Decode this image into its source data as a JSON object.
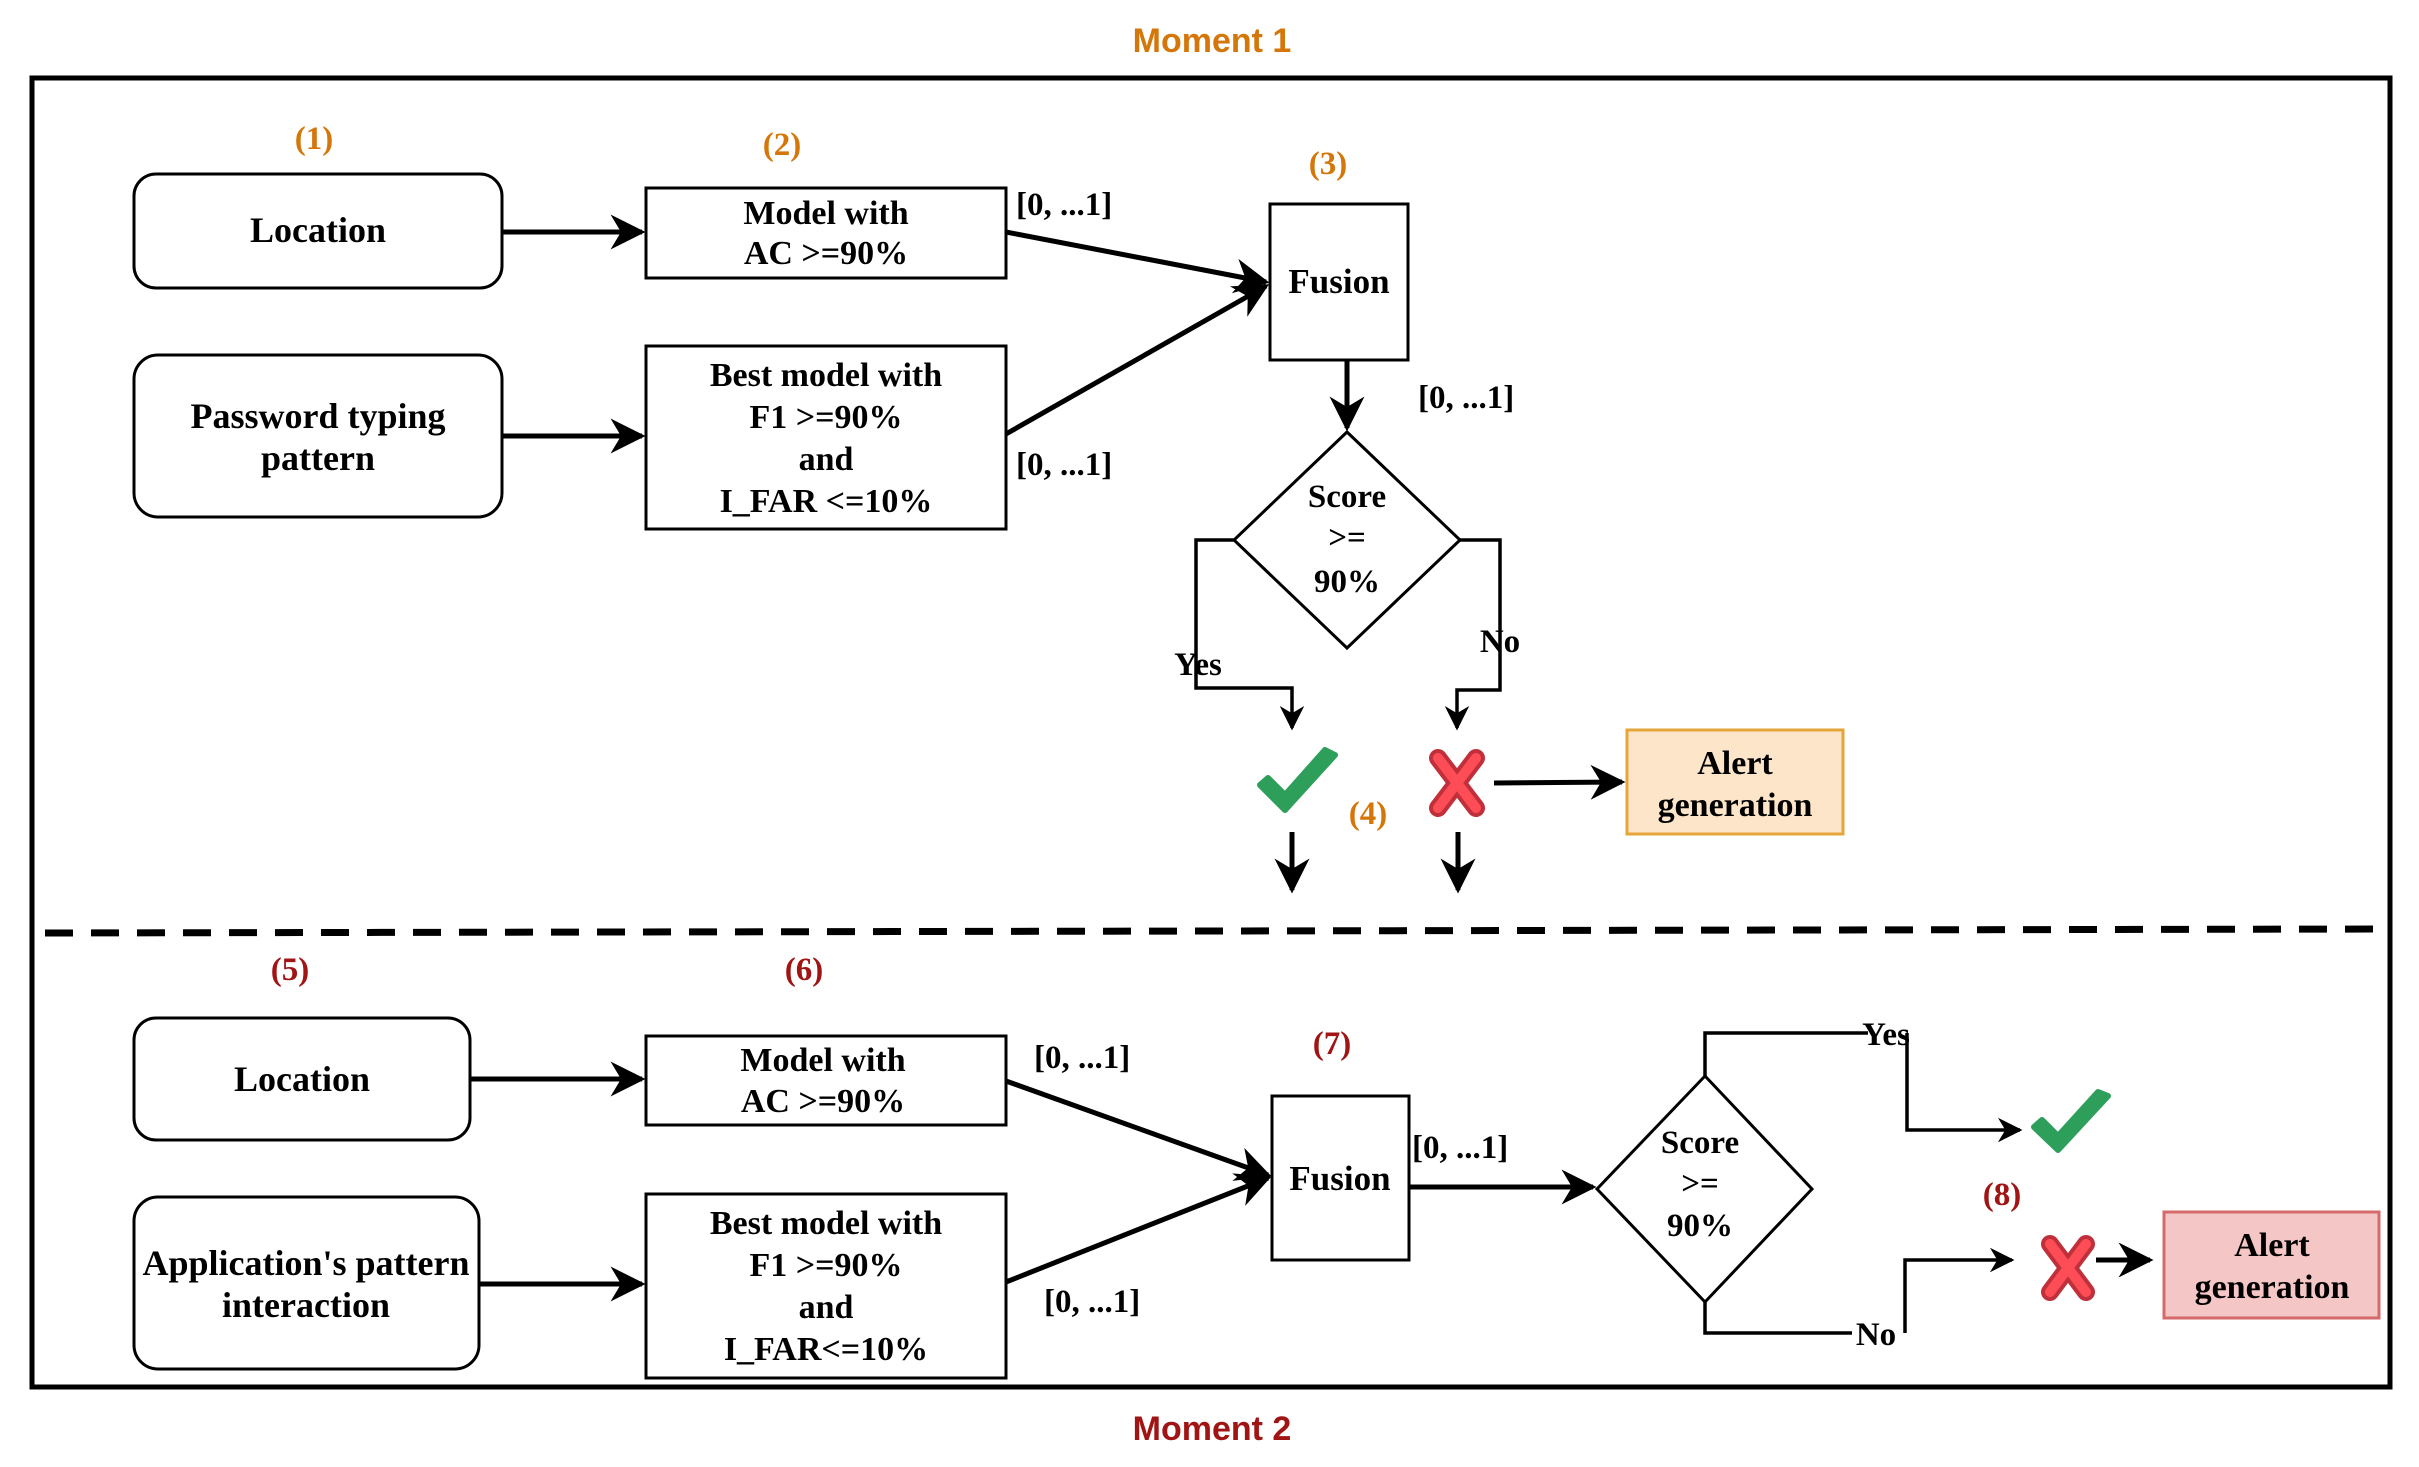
{
  "moment1": {
    "title": "Moment 1",
    "steps": [
      "(1)",
      "(2)",
      "(3)",
      "(4)"
    ],
    "inputs": [
      "Location",
      "Password typing",
      "pattern"
    ],
    "model1": [
      "Model with",
      "AC >=90%"
    ],
    "model2": [
      "Best model with",
      "F1 >=90%",
      "and",
      "I_FAR <=10%"
    ],
    "fusion": "Fusion",
    "range_labels": [
      "[0, ...1]",
      "[0, ...1]",
      "[0, ...1]"
    ],
    "decision": [
      "Score",
      ">=",
      "90%"
    ],
    "yes": "Yes",
    "no": "No",
    "alert": [
      "Alert",
      "generation"
    ]
  },
  "moment2": {
    "title": "Moment 2",
    "steps": [
      "(5)",
      "(6)",
      "(7)",
      "(8)"
    ],
    "inputs": [
      "Location",
      "Application's pattern",
      "interaction"
    ],
    "model1": [
      "Model with",
      "AC >=90%"
    ],
    "model2": [
      "Best model with",
      "F1 >=90%",
      "and",
      "I_FAR<=10%"
    ],
    "fusion": "Fusion",
    "range_labels": [
      "[0, ...1]",
      "[0, ...1]",
      "[0, ...1]"
    ],
    "decision": [
      "Score",
      ">=",
      "90%"
    ],
    "yes": "Yes",
    "no": "No",
    "alert": [
      "Alert",
      "generation"
    ]
  },
  "colors": {
    "moment1_accent": "#d4760a",
    "moment2_accent": "#a01414",
    "alert1_fill": "#fde5c9",
    "alert1_stroke": "#e6a53a",
    "alert2_fill": "#f5c6c6",
    "alert2_stroke": "#d46a6a",
    "check": "#2e9e5b",
    "cross": "#e03a44"
  },
  "icons": [
    "check-icon",
    "cross-icon"
  ]
}
